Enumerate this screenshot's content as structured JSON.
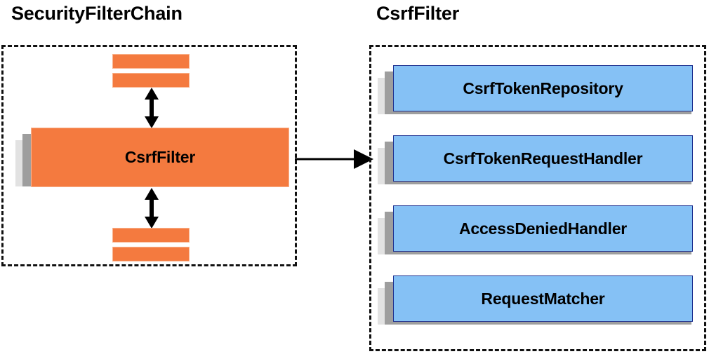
{
  "diagram": {
    "type": "component-relationship-diagram",
    "background_color": "#ffffff",
    "palette": {
      "orange_fill": "#f47a3f",
      "orange_border": "#f9b48f",
      "blue_fill": "#85c1f5",
      "blue_border": "#1c2f8f",
      "shadow_mid": "#9e9e9e",
      "shadow_back": "#e2e2e2",
      "outline": "#111111",
      "text": "#000000"
    },
    "panels": [
      {
        "id": "security-filter-chain",
        "title": "SecurityFilterChain",
        "border_style": "dashed"
      },
      {
        "id": "csrf-filter",
        "title": "CsrfFilter",
        "border_style": "dashed"
      }
    ]
  },
  "left_panel": {
    "title": "SecurityFilterChain",
    "top_stub_filters": [
      {
        "name": "filter-stub-top-1",
        "label": ""
      },
      {
        "name": "filter-stub-top-2",
        "label": ""
      }
    ],
    "highlighted_filter": {
      "label": "CsrfFilter",
      "fill": "#f47a3f",
      "shadowed": true
    },
    "bottom_stub_filters": [
      {
        "name": "filter-stub-bottom-1",
        "label": ""
      },
      {
        "name": "filter-stub-bottom-2",
        "label": ""
      }
    ],
    "connectors": [
      {
        "name": "arrow-above-csrffilter",
        "direction": "bidirectional-vertical"
      },
      {
        "name": "arrow-below-csrffilter",
        "direction": "bidirectional-vertical"
      }
    ]
  },
  "cross_panel_connector": {
    "name": "csrffilter-expansion-arrow",
    "direction": "left-to-right",
    "label": ""
  },
  "right_panel": {
    "title": "CsrfFilter",
    "collaborators": [
      {
        "label": "CsrfTokenRepository",
        "fill": "#85c1f5"
      },
      {
        "label": "CsrfTokenRequestHandler",
        "fill": "#85c1f5"
      },
      {
        "label": "AccessDeniedHandler",
        "fill": "#85c1f5"
      },
      {
        "label": "RequestMatcher",
        "fill": "#85c1f5"
      }
    ]
  }
}
